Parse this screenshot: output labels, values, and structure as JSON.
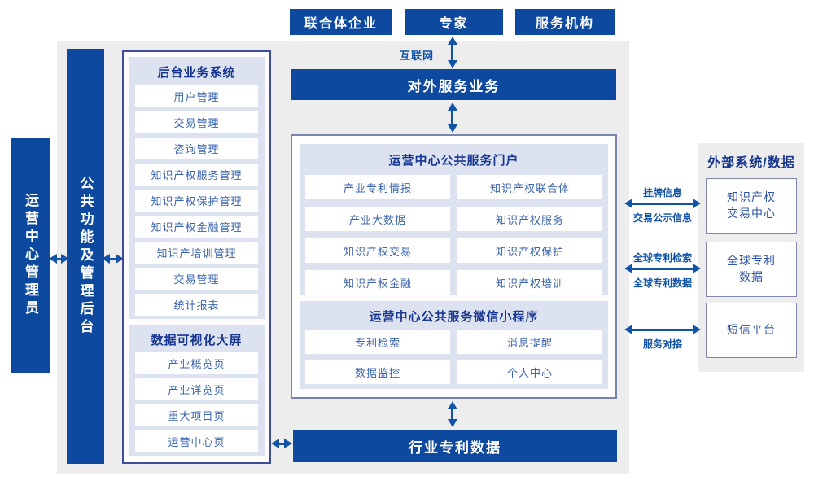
{
  "colors": {
    "primary_blue": "#0d4a9f",
    "arrow_blue": "#1153a6",
    "panel_gray": "#ededed",
    "section_bg_lavender": "#dde2f1",
    "header_navy": "#17368f",
    "item_text_blue": "#3a64ad",
    "left_box_border": "#3f4b9b",
    "center_box_border": "#7a82ae",
    "external_box_border": "#8088b0"
  },
  "top_actors": {
    "items": [
      "联合体企业",
      "专家",
      "服务机构"
    ]
  },
  "internet_label": "互联网",
  "external_service_bar": "对外服务业务",
  "left_rail": {
    "operator": "运营中心管理员",
    "admin_backend": "公共功能及管理后台"
  },
  "backend_system": {
    "title": "后台业务系统",
    "items": [
      "用户管理",
      "交易管理",
      "咨询管理",
      "知识产权服务管理",
      "知识产权保护管理",
      "知识产权金融管理",
      "知识产培训管理",
      "交易管理",
      "统计报表"
    ]
  },
  "dashboard": {
    "title": "数据可视化大屏",
    "items": [
      "产业概览页",
      "产业详览页",
      "重大项目页",
      "运营中心页"
    ]
  },
  "portal": {
    "title": "运营中心公共服务门户",
    "items": [
      "产业专利情报",
      "知识产权联合体",
      "产业大数据",
      "知识产权服务",
      "知识产权交易",
      "知识产权保护",
      "知识产权金融",
      "知识产权培训"
    ]
  },
  "miniprogram": {
    "title": "运营中心公共服务微信小程序",
    "items": [
      "专利检索",
      "消息提醒",
      "数据监控",
      "个人中心"
    ]
  },
  "industry_data_bar": "行业专利数据",
  "external_systems": {
    "title": "外部系统/数据",
    "boxes": [
      {
        "lines": [
          "知识产权",
          "交易中心"
        ]
      },
      {
        "lines": [
          "全球专利",
          "数据"
        ]
      },
      {
        "lines": [
          "短信平台"
        ]
      }
    ]
  },
  "links": {
    "listing_info": "挂牌信息",
    "trade_notice": "交易公示信息",
    "global_search": "全球专利检索",
    "global_data": "全球专利数据",
    "service_connect": "服务对接"
  }
}
